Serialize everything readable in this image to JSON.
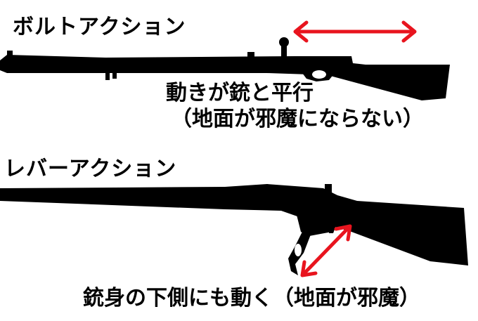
{
  "bolt": {
    "title": "ボルトアクション",
    "note_line1": "動きが銃と平行",
    "note_line2": "（地面が邪魔にならない）"
  },
  "lever": {
    "title": "レバーアクション",
    "note": "銃身の下側にも動く（地面が邪魔）"
  },
  "colors": {
    "silhouette": "#000000",
    "arrow": "#e8141e",
    "background": "#ffffff"
  }
}
